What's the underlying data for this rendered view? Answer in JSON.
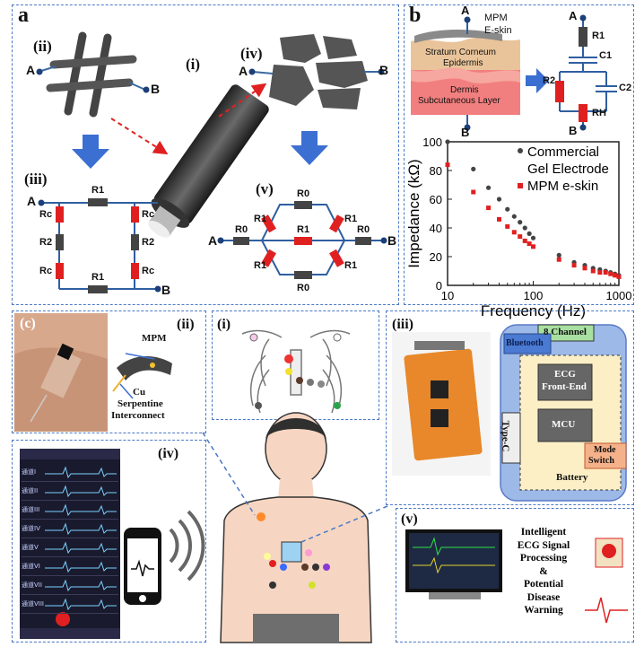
{
  "colors": {
    "panel_border": "#4a78c4",
    "arrow_blue": "#3b6fd1",
    "resistor_red": "#e02020",
    "resistor_dark": "#444444",
    "skin": "#f4d2b8",
    "battery_panel": "#fcefc6",
    "device_bg": "#9db9e8"
  },
  "panel_a": {
    "label": "a",
    "sub_labels": {
      "i": "(i)",
      "ii": "(ii)",
      "iii": "(iii)",
      "iv": "(iv)",
      "v": "(v)"
    },
    "nodes": {
      "a": "A",
      "b": "B"
    },
    "circuit_iii": {
      "r1": "R1",
      "rc": "Rc",
      "r2": "R2"
    },
    "circuit_v": {
      "r0": "R0",
      "r1": "R1"
    }
  },
  "panel_b": {
    "label": "b",
    "skin_layers": {
      "top": "MPM",
      "top2": "E-skin",
      "stratum": "Stratum Corneum",
      "epidermis": "Epidermis",
      "dermis": "Dermis",
      "subcutaneous": "Subcutaneous Layer"
    },
    "nodes": {
      "a": "A",
      "b": "B"
    },
    "circuit": {
      "r1": "R1",
      "c1": "C1",
      "r2": "R2",
      "c2": "C2",
      "rh": "RH"
    },
    "chart_data": {
      "type": "scatter",
      "title": "",
      "xlabel": "Frequency (Hz)",
      "ylabel": "Impedance (kΩ)",
      "xscale": "log",
      "xlim": [
        10,
        1000
      ],
      "ylim": [
        0,
        100
      ],
      "x_ticks": [
        "10",
        "100",
        "1000"
      ],
      "y_ticks": [
        "0",
        "20",
        "40",
        "60",
        "80",
        "100"
      ],
      "legend_position": "top-right",
      "series": [
        {
          "name": "Commercial Gel Electrode",
          "color": "#444444",
          "x": [
            10,
            20,
            30,
            40,
            50,
            60,
            70,
            80,
            90,
            100,
            200,
            300,
            400,
            500,
            600,
            700,
            800,
            900,
            1000
          ],
          "y": [
            100,
            81,
            68,
            60,
            53,
            48,
            44,
            40,
            36,
            33,
            21,
            16,
            14,
            12,
            11,
            10,
            9,
            8,
            7
          ]
        },
        {
          "name": "MPM e-skin",
          "color": "#e02020",
          "x": [
            10,
            20,
            30,
            40,
            50,
            60,
            70,
            80,
            90,
            100,
            200,
            300,
            400,
            500,
            600,
            700,
            800,
            900,
            1000
          ],
          "y": [
            84,
            65,
            54,
            46,
            41,
            37,
            34,
            31,
            29,
            27,
            18,
            14,
            12,
            10,
            9,
            9,
            8,
            7,
            6
          ]
        }
      ],
      "legend_lines": [
        "Commercial",
        "Gel Electrode",
        "MPM e-skin"
      ]
    }
  },
  "panel_c": {
    "label": "(c)",
    "sub_labels": {
      "i": "(i)",
      "ii": "(ii)",
      "iii": "(iii)",
      "iv": "(iv)",
      "v": "(v)"
    },
    "mpm_label": "MPM",
    "cu_label": "Cu",
    "serpentine_label": "Serpentine",
    "interconnect_label": "Interconnect",
    "device_blocks": {
      "channel": "8 Channel",
      "bluetooth": "Bluetooth",
      "ecg1": "ECG",
      "ecg2": "Front-End",
      "mcu": "MCU",
      "typec": "Type-C",
      "battery": "Battery",
      "mode1": "Mode",
      "mode2": "Switch"
    },
    "phone_channels": [
      "通道I",
      "通道II",
      "通道III",
      "通道IV",
      "通道V",
      "通道VI",
      "通道VII",
      "通道VIII"
    ],
    "warning_lines": [
      "Intelligent",
      "ECG Signal",
      "Processing",
      "&",
      "Potential",
      "Disease",
      "Warning"
    ]
  }
}
